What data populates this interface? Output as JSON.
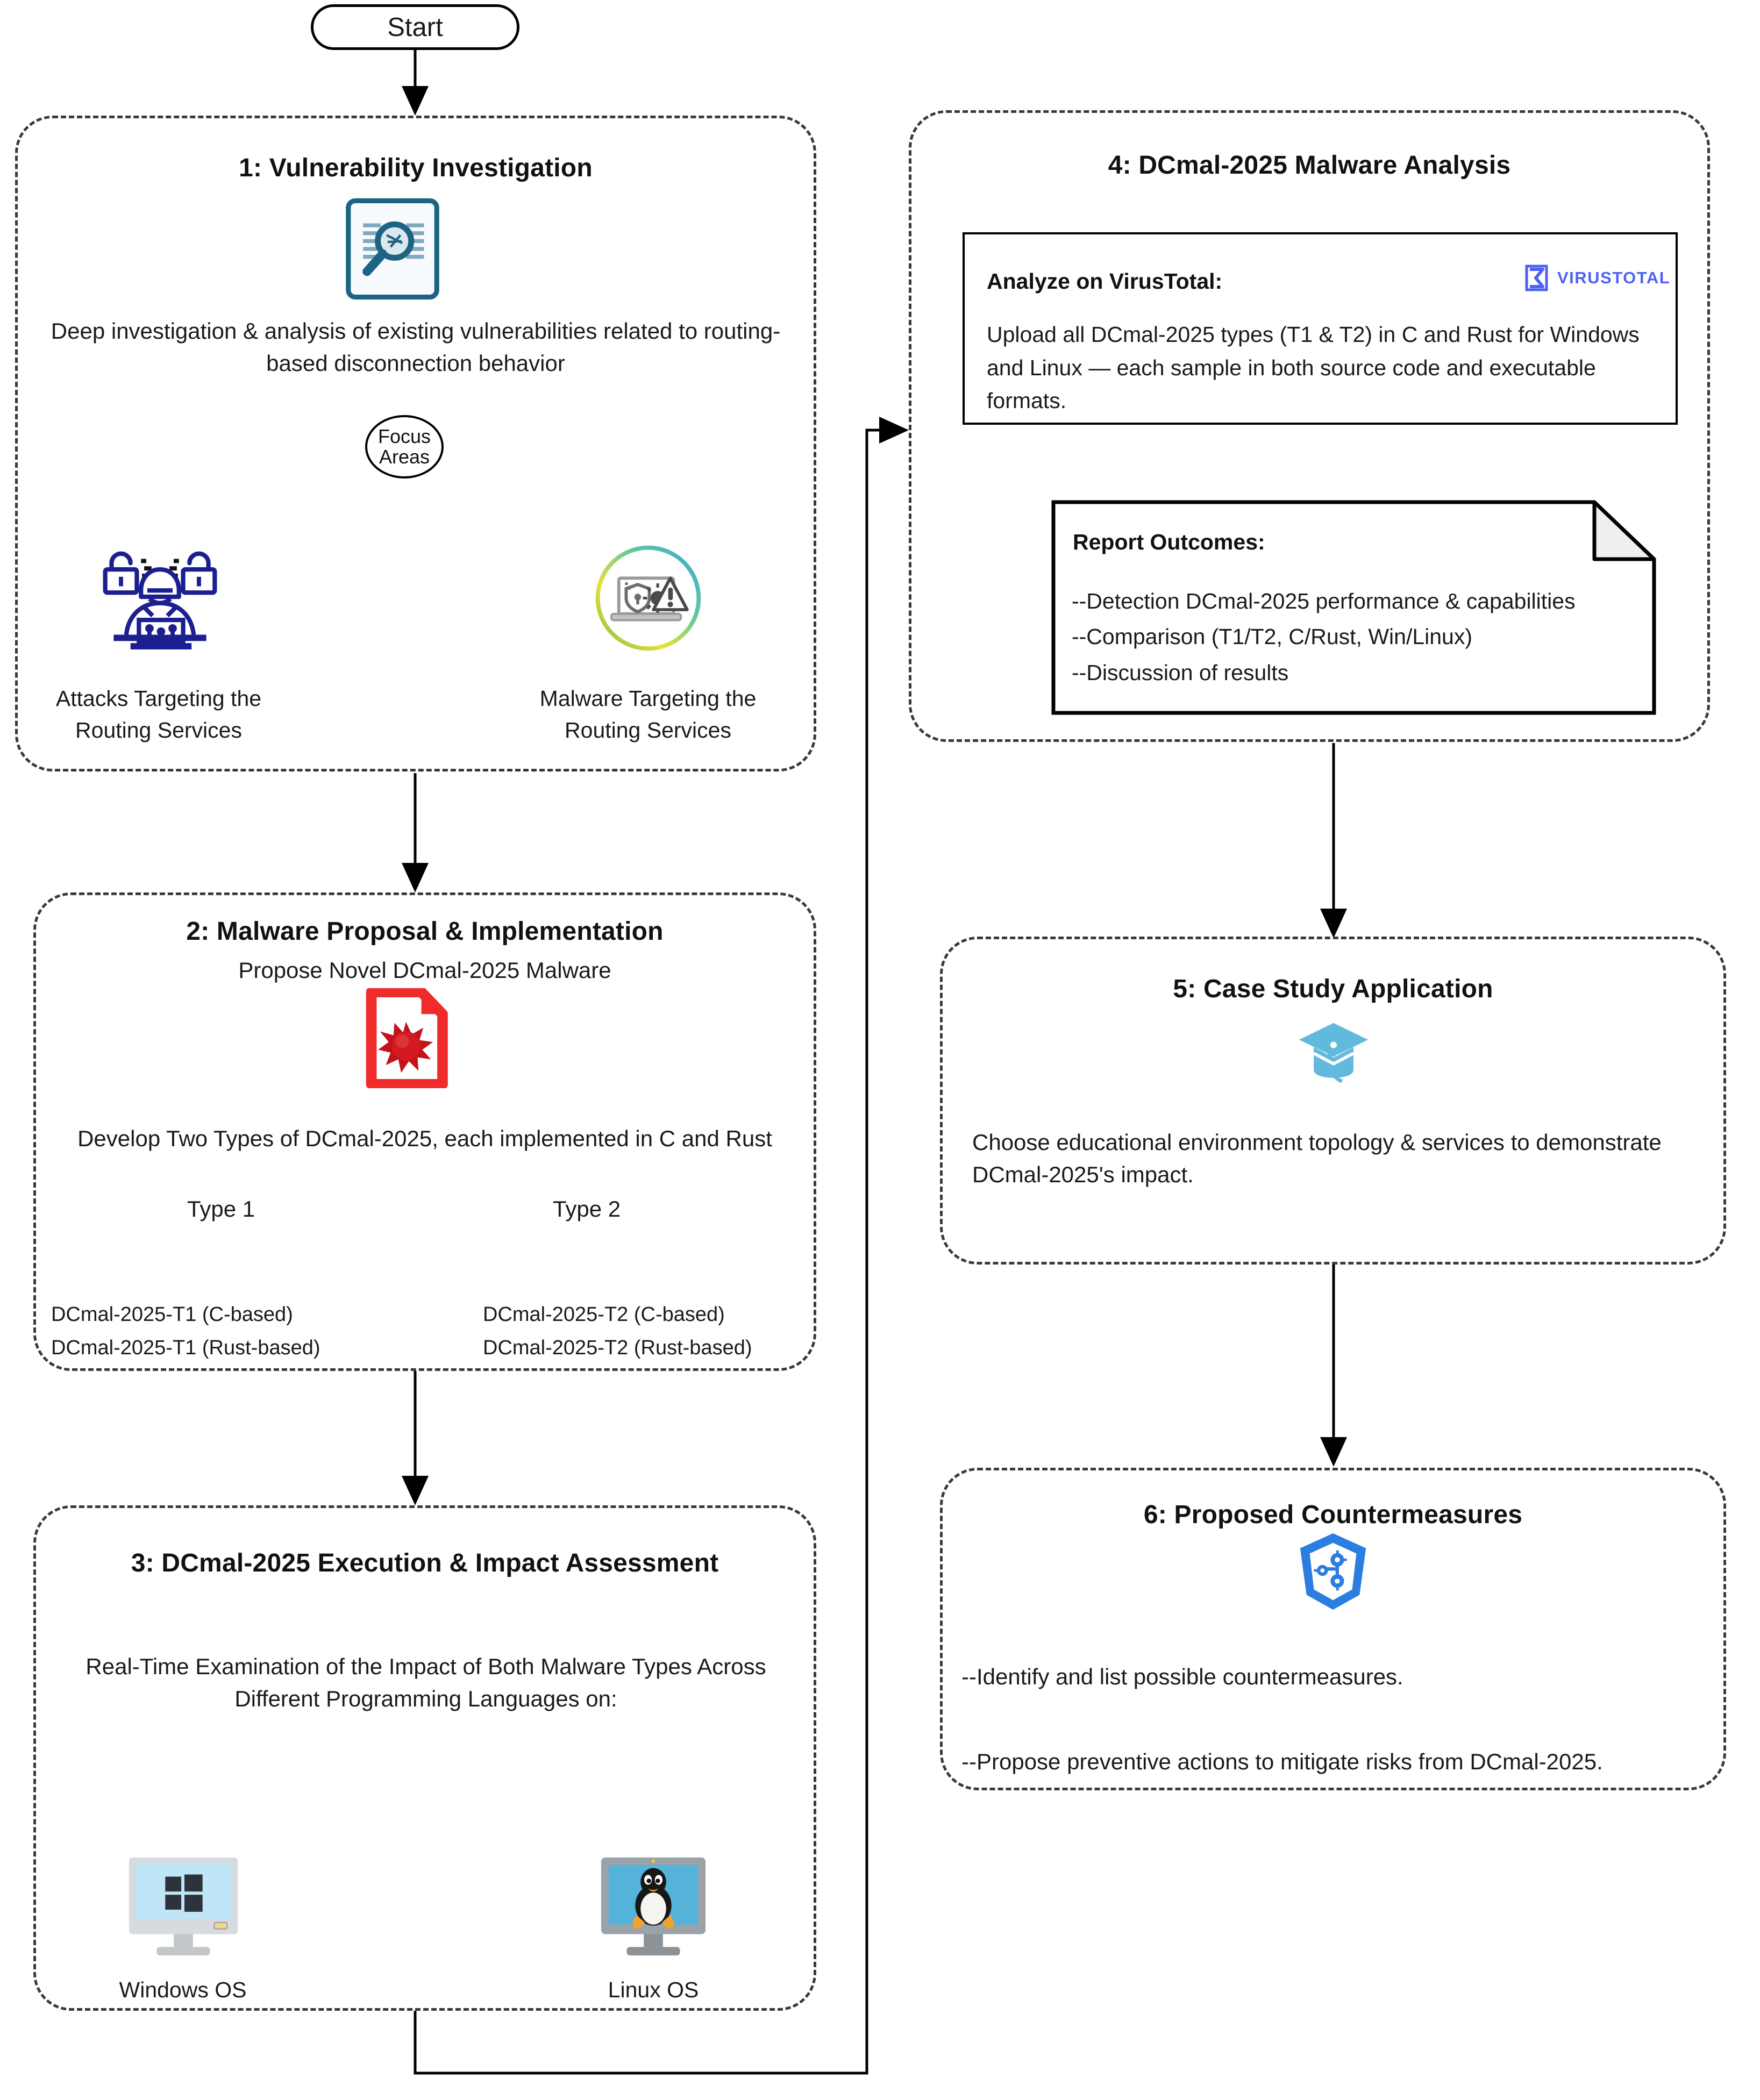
{
  "start": {
    "label": "Start"
  },
  "phases": [
    {
      "id": "phase-1",
      "title": "1: Vulnerability Investigation",
      "icon": "document-magnifier-icon",
      "description": "Deep investigation & analysis of existing vulnerabilities related to routing-based disconnection behavior",
      "decision": {
        "line1": "Focus",
        "line2": "Areas"
      },
      "branches": [
        {
          "icon": "hacker-padlock-icon",
          "label_line1": "Attacks Targeting the",
          "label_line2": "Routing Services"
        },
        {
          "icon": "laptop-malware-shield-icon",
          "label_line1": "Malware Targeting the",
          "label_line2": "Routing Services"
        }
      ]
    },
    {
      "id": "phase-2",
      "title": "2: Malware Proposal & Implementation",
      "subtitle": "Propose Novel DCmal-2025 Malware",
      "icon": "virus-file-icon",
      "description": "Develop Two Types of DCmal-2025, each implemented in C and Rust",
      "branch_labels": [
        "Type 1",
        "Type 2"
      ],
      "outputs": [
        [
          "DCmal-2025-T1  (C-based)",
          "DCmal-2025-T1 (Rust-based)"
        ],
        [
          "DCmal-2025-T2  (C-based)",
          "DCmal-2025-T2 (Rust-based)"
        ]
      ]
    },
    {
      "id": "phase-3",
      "title": "3: DCmal-2025 Execution & Impact Assessment",
      "description": "Real-Time Examination of the Impact of Both Malware Types Across Different Programming Languages on:",
      "platforms": [
        {
          "icon": "windows-monitor-icon",
          "label": "Windows OS"
        },
        {
          "icon": "linux-penguin-monitor-icon",
          "label": "Linux OS"
        }
      ]
    },
    {
      "id": "phase-4",
      "title": "4: DCmal-2025 Malware Analysis",
      "analyze_box": {
        "heading": "Analyze on VirusTotal:",
        "logo_text": "VIRUSTOTAL",
        "logo_icon": "virustotal-sigma-icon",
        "paragraph": "Upload all DCmal-2025 types (T1 & T2) in C and Rust for Windows and Linux — each sample in both source code and executable formats."
      },
      "report_doc": {
        "heading": "Report Outcomes:",
        "items": [
          "--Detection DCmal-2025 performance & capabilities",
          "--Comparison (T1/T2, C/Rust, Win/Linux)",
          "--Discussion of results"
        ]
      }
    },
    {
      "id": "phase-5",
      "title": "5: Case Study Application",
      "icon": "graduation-cap-icon",
      "description": "Choose educational environment topology & services to demonstrate DCmal-2025's impact."
    },
    {
      "id": "phase-6",
      "title": "6: Proposed Countermeasures",
      "icon": "shield-gears-icon",
      "items": [
        "--Identify and list possible countermeasures.",
        "--Propose preventive actions to mitigate risks from DCmal-2025."
      ]
    }
  ],
  "colors": {
    "line": "#000000",
    "dashed_border": "#3a3a3a",
    "magnifier_teal": "#1d6383",
    "hacker_navy": "#1b1f8f",
    "virus_red": "#ef2b2b",
    "virustotal_blue": "#4d62f5",
    "graduation_blue": "#62b9de",
    "countermeasure_blue": "#2b7de0",
    "linux_screen_blue": "#55b3d9",
    "windows_screen_blue": "#bfe5f7"
  }
}
